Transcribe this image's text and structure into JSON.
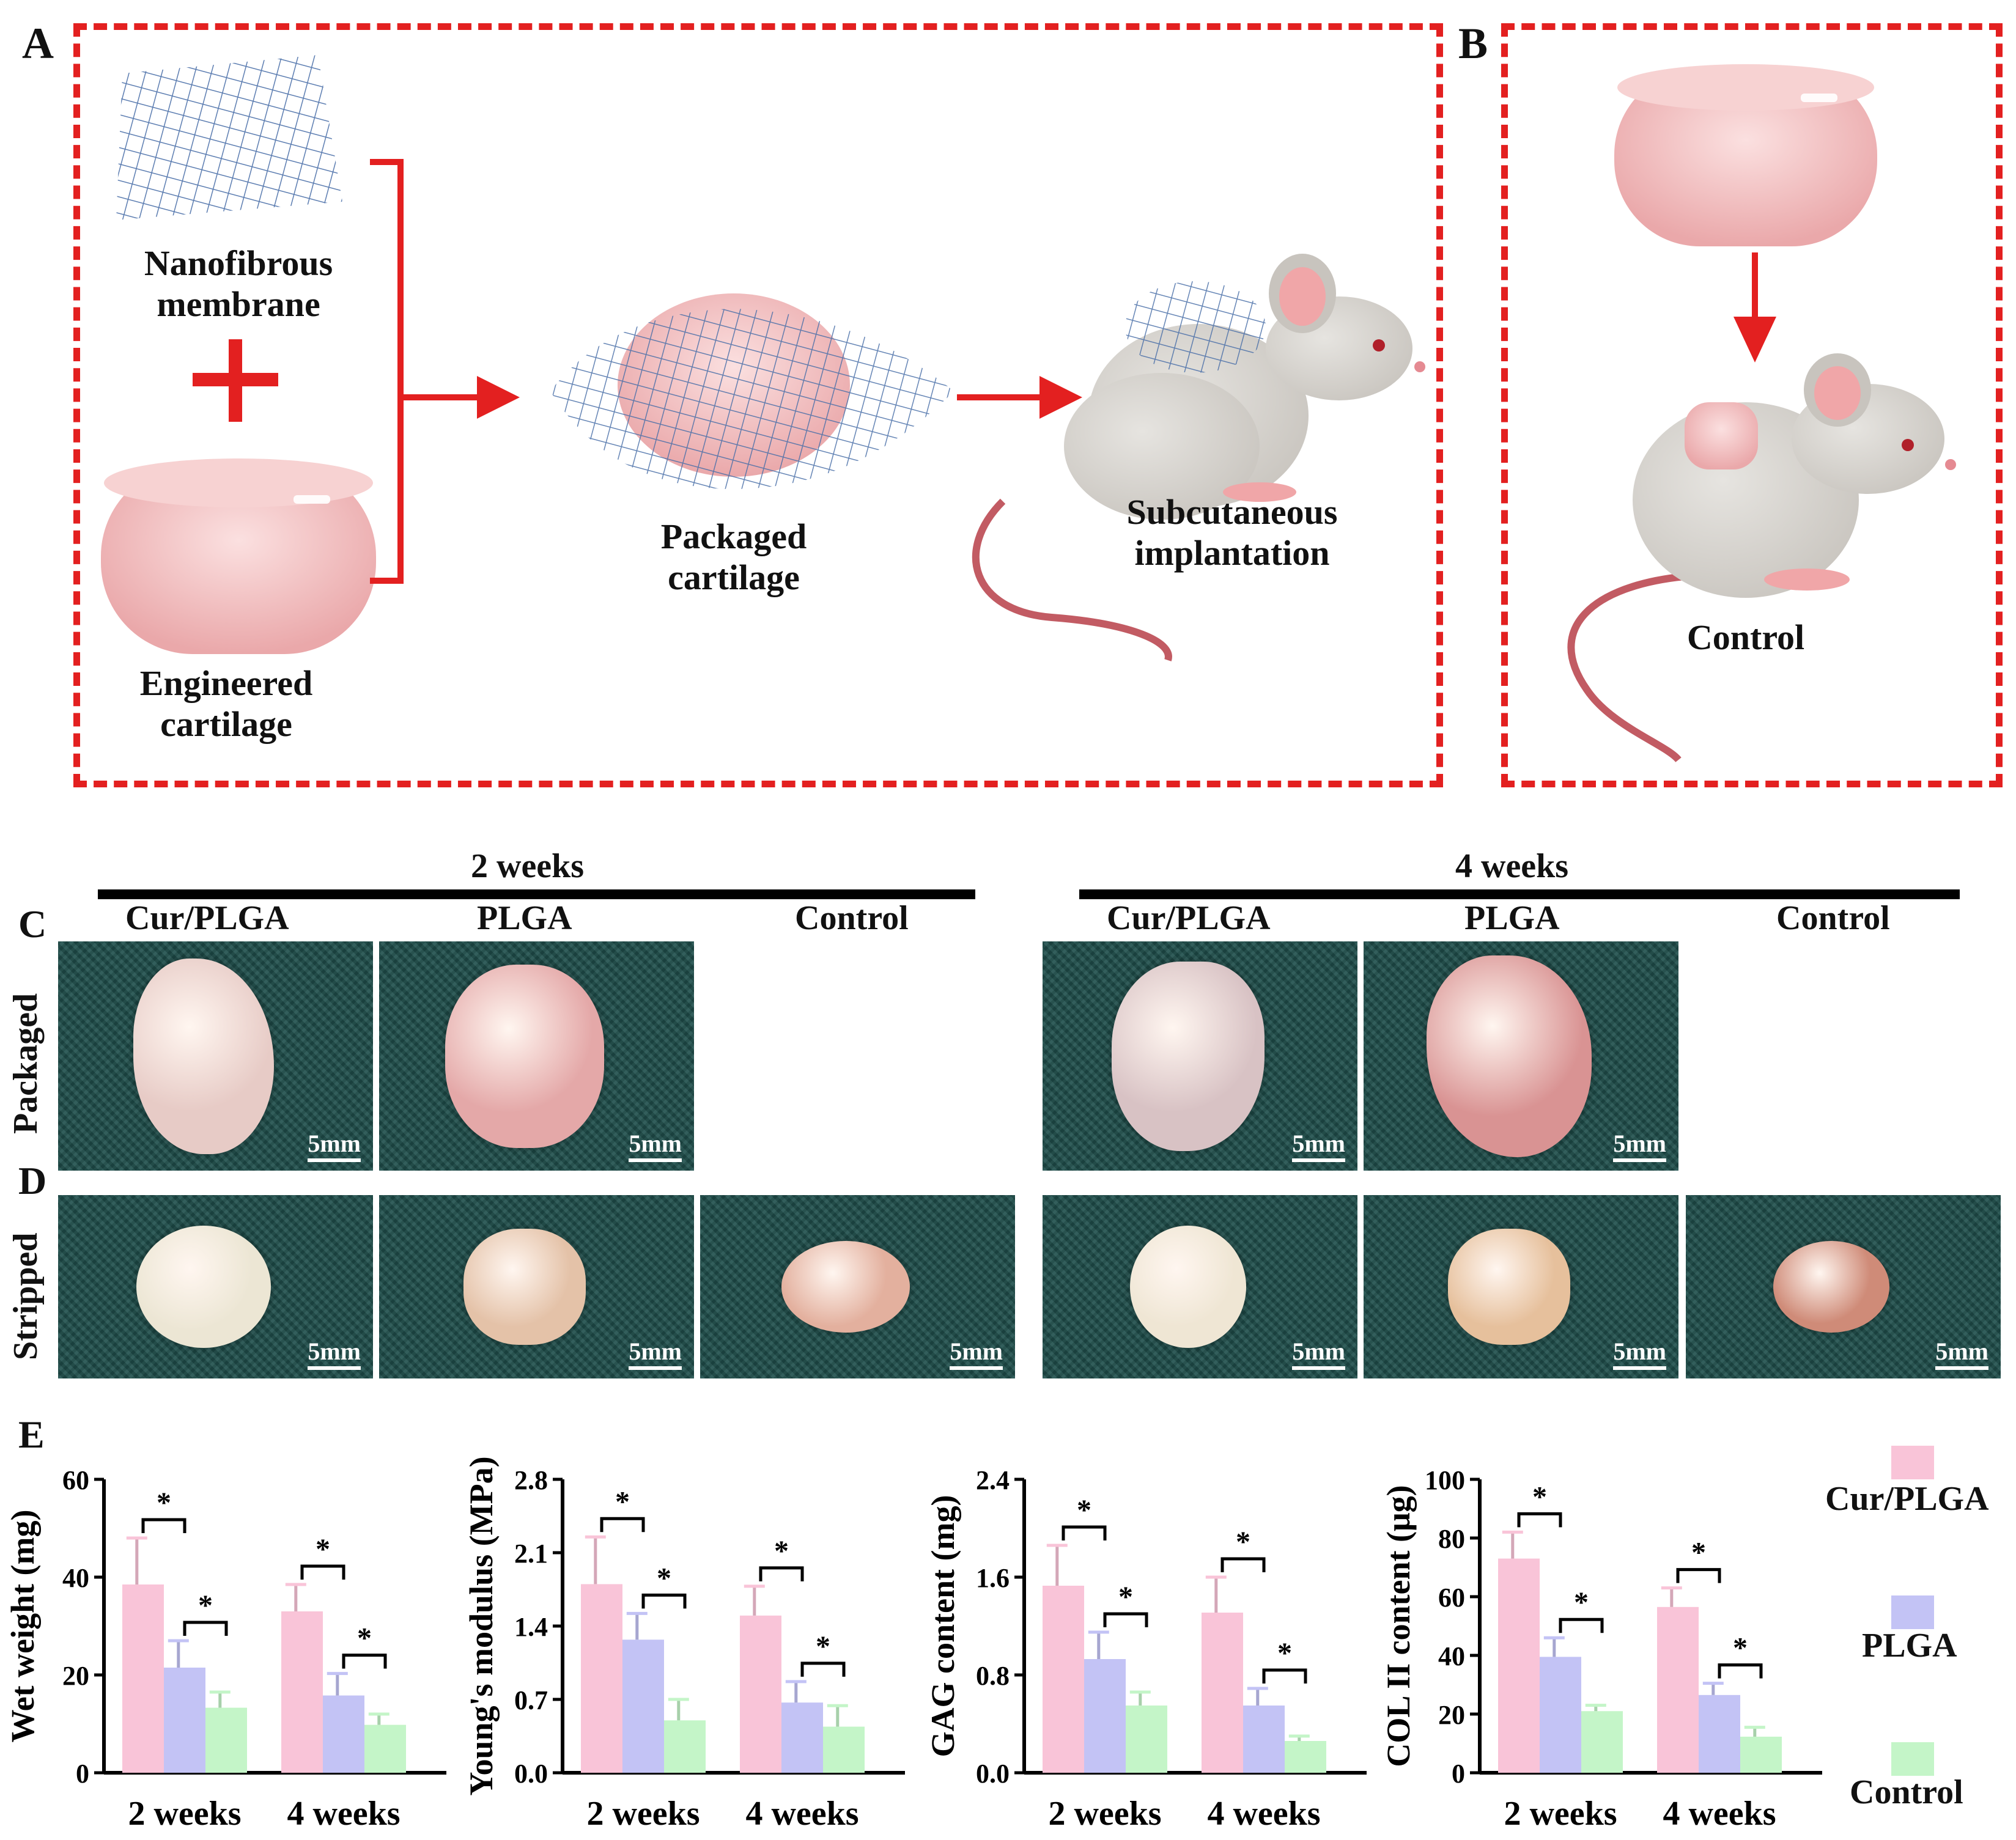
{
  "panels": {
    "a": "A",
    "b": "B",
    "c": "C",
    "d": "D",
    "e": "E"
  },
  "panelA": {
    "membrane_label": [
      "Nanofibrous",
      "membrane"
    ],
    "cartilage_label": [
      "Engineered",
      "cartilage"
    ],
    "packaged_label": [
      "Packaged",
      "cartilage"
    ],
    "implant_label": [
      "Subcutaneous",
      "implantation"
    ]
  },
  "panelB": {
    "control_label": "Control"
  },
  "photos": {
    "groups": [
      "2 weeks",
      "4 weeks"
    ],
    "columns": [
      "Cur/PLGA",
      "PLGA",
      "Control"
    ],
    "rows": [
      "Packaged",
      "Stripped"
    ],
    "scale": "5mm"
  },
  "chart_data": [
    {
      "type": "bar",
      "categories": [
        "2 weeks",
        "4 weeks"
      ],
      "ylabel": "Wet weight (mg)",
      "ylim": [
        0,
        60
      ],
      "yticks": [
        0,
        20,
        40,
        60
      ],
      "series": [
        {
          "name": "Cur/PLGA",
          "values": [
            38.5,
            33
          ],
          "err": [
            9.5,
            5.5
          ]
        },
        {
          "name": "PLGA",
          "values": [
            21.5,
            15.8
          ],
          "err": [
            5.5,
            4.5
          ]
        },
        {
          "name": "Control",
          "values": [
            13.3,
            9.8
          ],
          "err": [
            3.2,
            2.2
          ]
        }
      ],
      "significance": "*"
    },
    {
      "type": "bar",
      "categories": [
        "2 weeks",
        "4 weeks"
      ],
      "ylabel": "Young's modulus (MPa)",
      "ylim": [
        0,
        2.8
      ],
      "yticks": [
        0.0,
        0.7,
        1.4,
        2.1,
        2.8
      ],
      "series": [
        {
          "name": "Cur/PLGA",
          "values": [
            1.8,
            1.5
          ],
          "err": [
            0.45,
            0.28
          ]
        },
        {
          "name": "PLGA",
          "values": [
            1.27,
            0.67
          ],
          "err": [
            0.25,
            0.2
          ]
        },
        {
          "name": "Control",
          "values": [
            0.5,
            0.44
          ],
          "err": [
            0.2,
            0.2
          ]
        }
      ],
      "significance": "*"
    },
    {
      "type": "bar",
      "categories": [
        "2 weeks",
        "4 weeks"
      ],
      "ylabel": "GAG content (mg)",
      "ylim": [
        0,
        2.4
      ],
      "yticks": [
        0.0,
        0.8,
        1.6,
        2.4
      ],
      "series": [
        {
          "name": "Cur/PLGA",
          "values": [
            1.53,
            1.31
          ],
          "err": [
            0.33,
            0.29
          ]
        },
        {
          "name": "PLGA",
          "values": [
            0.93,
            0.55
          ],
          "err": [
            0.22,
            0.14
          ]
        },
        {
          "name": "Control",
          "values": [
            0.55,
            0.26
          ],
          "err": [
            0.11,
            0.04
          ]
        }
      ],
      "significance": "*"
    },
    {
      "type": "bar",
      "categories": [
        "2 weeks",
        "4 weeks"
      ],
      "ylabel": "COL II content (μg)",
      "ylim": [
        0,
        100
      ],
      "yticks": [
        0,
        20,
        40,
        60,
        80,
        100
      ],
      "series": [
        {
          "name": "Cur/PLGA",
          "values": [
            73,
            56.5
          ],
          "err": [
            9,
            6.5
          ]
        },
        {
          "name": "PLGA",
          "values": [
            39.5,
            26.5
          ],
          "err": [
            6.5,
            4
          ]
        },
        {
          "name": "Control",
          "values": [
            21,
            12.3
          ],
          "err": [
            2,
            3.2
          ]
        }
      ],
      "significance": "*"
    }
  ],
  "legend": [
    {
      "name": "Cur/PLGA",
      "color": "#f9c4d8"
    },
    {
      "name": "PLGA",
      "color": "#c3c3f5"
    },
    {
      "name": "Control",
      "color": "#c4f5c8"
    }
  ],
  "colors": {
    "dash": "#e32020",
    "arrow": "#e32020",
    "mesh": "#4a6fa8",
    "cartilage": "#f1b9b9"
  }
}
